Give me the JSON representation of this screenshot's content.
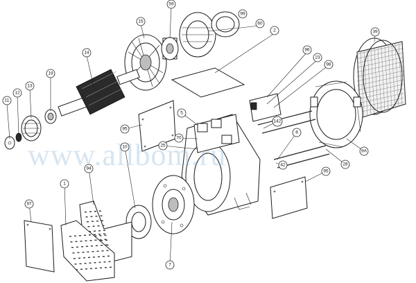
{
  "watermark": "www.allbom.ru",
  "callouts": [
    {
      "label": "11"
    },
    {
      "label": "12"
    },
    {
      "label": "13"
    },
    {
      "label": "19"
    },
    {
      "label": "14"
    },
    {
      "label": "15"
    },
    {
      "label": "59"
    },
    {
      "label": "99"
    },
    {
      "label": "60"
    },
    {
      "label": "2"
    },
    {
      "label": "96"
    },
    {
      "label": "23"
    },
    {
      "label": "98"
    },
    {
      "label": "39"
    },
    {
      "label": "95"
    },
    {
      "label": "5"
    },
    {
      "label": "70"
    },
    {
      "label": "25"
    },
    {
      "label": "142"
    },
    {
      "label": "8"
    },
    {
      "label": "9A"
    },
    {
      "label": "42"
    },
    {
      "label": "28"
    },
    {
      "label": "10"
    },
    {
      "label": "94"
    },
    {
      "label": "1"
    },
    {
      "label": "97"
    },
    {
      "label": "95"
    },
    {
      "label": "7"
    }
  ]
}
